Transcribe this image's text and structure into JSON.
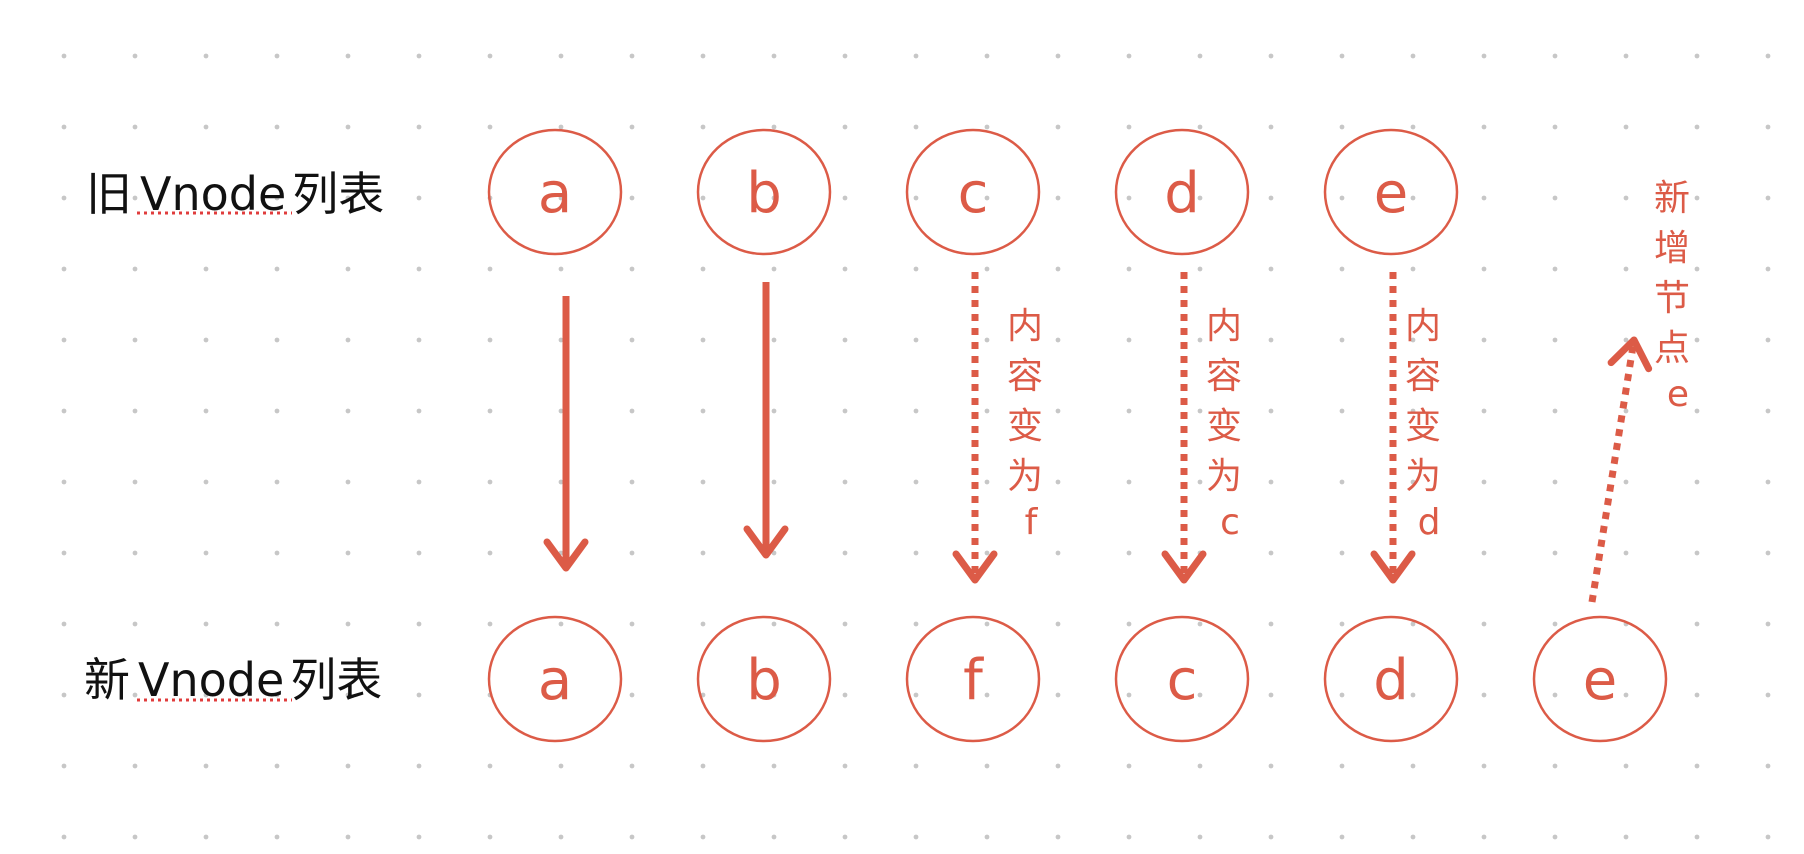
{
  "colors": {
    "accent": "#dc5b47",
    "dot": "#c7c7c7",
    "label": "#111111",
    "spell_underline": "#e03c3c",
    "background": "#ffffff"
  },
  "rows": {
    "old": {
      "label_prefix": "旧",
      "label_word": "Vnode",
      "label_suffix": "列表",
      "nodes": [
        "a",
        "b",
        "c",
        "d",
        "e"
      ]
    },
    "new": {
      "label_prefix": "新",
      "label_word": "Vnode",
      "label_suffix": "列表",
      "nodes": [
        "a",
        "b",
        "f",
        "c",
        "d",
        "e"
      ]
    }
  },
  "arrows": [
    {
      "from": "a",
      "to": "a",
      "style": "solid"
    },
    {
      "from": "b",
      "to": "b",
      "style": "solid"
    },
    {
      "from": "c",
      "to": "f",
      "style": "dotted",
      "note": [
        "内",
        "容",
        "变",
        "为",
        "f"
      ]
    },
    {
      "from": "d",
      "to": "c",
      "style": "dotted",
      "note": [
        "内",
        "容",
        "变",
        "为",
        "c"
      ]
    },
    {
      "from": "e",
      "to": "d",
      "style": "dotted",
      "note": [
        "内",
        "容",
        "变",
        "为",
        "d"
      ]
    },
    {
      "from": "",
      "to": "e",
      "style": "dotted",
      "note": [
        "新",
        "增",
        "节",
        "点",
        "e"
      ]
    }
  ]
}
